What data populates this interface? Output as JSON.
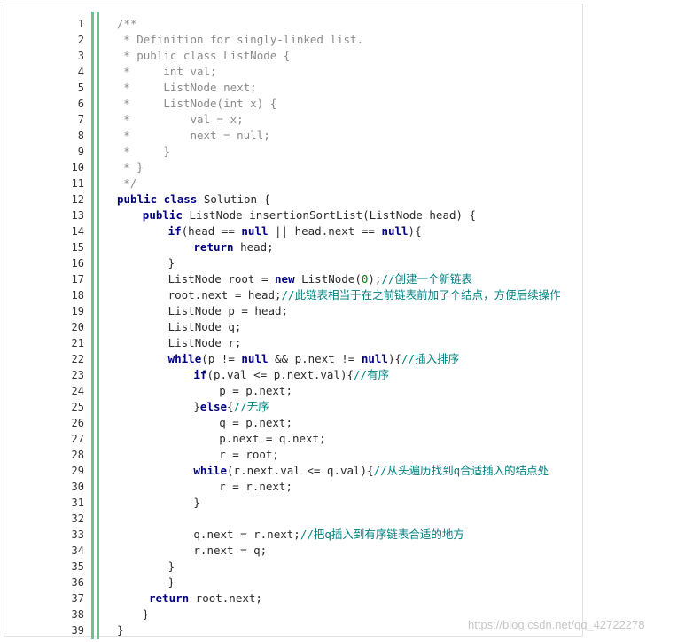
{
  "code": {
    "lines": [
      {
        "n": "1",
        "indent": 0,
        "parts": [
          [
            "comment",
            "/**"
          ]
        ]
      },
      {
        "n": "2",
        "indent": 1,
        "parts": [
          [
            "comment",
            "* Definition for singly-linked list."
          ]
        ]
      },
      {
        "n": "3",
        "indent": 1,
        "parts": [
          [
            "comment",
            "* public class ListNode {"
          ]
        ]
      },
      {
        "n": "4",
        "indent": 1,
        "parts": [
          [
            "comment",
            "*     int val;"
          ]
        ]
      },
      {
        "n": "5",
        "indent": 1,
        "parts": [
          [
            "comment",
            "*     ListNode next;"
          ]
        ]
      },
      {
        "n": "6",
        "indent": 1,
        "parts": [
          [
            "comment",
            "*     ListNode(int x) {"
          ]
        ]
      },
      {
        "n": "7",
        "indent": 1,
        "parts": [
          [
            "comment",
            "*         val = x;"
          ]
        ]
      },
      {
        "n": "8",
        "indent": 1,
        "parts": [
          [
            "comment",
            "*         next = null;"
          ]
        ]
      },
      {
        "n": "9",
        "indent": 1,
        "parts": [
          [
            "comment",
            "*     }"
          ]
        ]
      },
      {
        "n": "10",
        "indent": 1,
        "parts": [
          [
            "comment",
            "* }"
          ]
        ]
      },
      {
        "n": "11",
        "indent": 1,
        "parts": [
          [
            "comment",
            "*/"
          ]
        ]
      },
      {
        "n": "12",
        "indent": 0,
        "parts": [
          [
            "kw",
            "public class"
          ],
          [
            "txt",
            " Solution {"
          ]
        ]
      },
      {
        "n": "13",
        "indent": 4,
        "parts": [
          [
            "kw",
            "public"
          ],
          [
            "txt",
            " ListNode insertionSortList(ListNode head) {"
          ]
        ]
      },
      {
        "n": "14",
        "indent": 8,
        "parts": [
          [
            "kw",
            "if"
          ],
          [
            "txt",
            "(head == "
          ],
          [
            "lit",
            "null"
          ],
          [
            "txt",
            " || head.next == "
          ],
          [
            "lit",
            "null"
          ],
          [
            "txt",
            "){"
          ]
        ]
      },
      {
        "n": "15",
        "indent": 12,
        "parts": [
          [
            "kw",
            "return"
          ],
          [
            "txt",
            " head;"
          ]
        ]
      },
      {
        "n": "16",
        "indent": 8,
        "parts": [
          [
            "txt",
            "}"
          ]
        ]
      },
      {
        "n": "17",
        "indent": 8,
        "parts": [
          [
            "txt",
            "ListNode root = "
          ],
          [
            "kw",
            "new"
          ],
          [
            "txt",
            " ListNode("
          ],
          [
            "num",
            "0"
          ],
          [
            "txt",
            ");"
          ],
          [
            "cn",
            "//创建一个新链表"
          ]
        ]
      },
      {
        "n": "18",
        "indent": 8,
        "parts": [
          [
            "txt",
            "root.next = head;"
          ],
          [
            "cn",
            "//此链表相当于在之前链表前加了个结点，方便后续操作"
          ]
        ]
      },
      {
        "n": "19",
        "indent": 8,
        "parts": [
          [
            "txt",
            "ListNode p = head;"
          ]
        ]
      },
      {
        "n": "20",
        "indent": 8,
        "parts": [
          [
            "txt",
            "ListNode q;"
          ]
        ]
      },
      {
        "n": "21",
        "indent": 8,
        "parts": [
          [
            "txt",
            "ListNode r;"
          ]
        ]
      },
      {
        "n": "22",
        "indent": 8,
        "parts": [
          [
            "kw",
            "while"
          ],
          [
            "txt",
            "(p != "
          ],
          [
            "lit",
            "null"
          ],
          [
            "txt",
            " && p.next != "
          ],
          [
            "lit",
            "null"
          ],
          [
            "txt",
            "){"
          ],
          [
            "cn",
            "//插入排序"
          ]
        ]
      },
      {
        "n": "23",
        "indent": 12,
        "parts": [
          [
            "kw",
            "if"
          ],
          [
            "txt",
            "(p.val <= p.next.val){"
          ],
          [
            "cn",
            "//有序"
          ]
        ]
      },
      {
        "n": "24",
        "indent": 16,
        "parts": [
          [
            "txt",
            "p = p.next;"
          ]
        ]
      },
      {
        "n": "25",
        "indent": 12,
        "parts": [
          [
            "txt",
            "}"
          ],
          [
            "kw",
            "else"
          ],
          [
            "txt",
            "{"
          ],
          [
            "cn",
            "//无序"
          ]
        ]
      },
      {
        "n": "26",
        "indent": 16,
        "parts": [
          [
            "txt",
            "q = p.next;"
          ]
        ]
      },
      {
        "n": "27",
        "indent": 16,
        "parts": [
          [
            "txt",
            "p.next = q.next;"
          ]
        ]
      },
      {
        "n": "28",
        "indent": 16,
        "parts": [
          [
            "txt",
            "r = root;"
          ]
        ]
      },
      {
        "n": "29",
        "indent": 12,
        "parts": [
          [
            "kw",
            "while"
          ],
          [
            "txt",
            "(r.next.val <= q.val){"
          ],
          [
            "cn",
            "//从头遍历找到q合适插入的结点处"
          ]
        ]
      },
      {
        "n": "30",
        "indent": 16,
        "parts": [
          [
            "txt",
            "r = r.next;"
          ]
        ]
      },
      {
        "n": "31",
        "indent": 12,
        "parts": [
          [
            "txt",
            "}"
          ]
        ]
      },
      {
        "n": "32",
        "indent": 0,
        "parts": []
      },
      {
        "n": "33",
        "indent": 12,
        "parts": [
          [
            "txt",
            "q.next = r.next;"
          ],
          [
            "cn",
            "//把q插入到有序链表合适的地方"
          ]
        ]
      },
      {
        "n": "34",
        "indent": 12,
        "parts": [
          [
            "txt",
            "r.next = q;"
          ]
        ]
      },
      {
        "n": "35",
        "indent": 8,
        "parts": [
          [
            "txt",
            "}"
          ]
        ]
      },
      {
        "n": "36",
        "indent": 8,
        "parts": [
          [
            "txt",
            "}"
          ]
        ]
      },
      {
        "n": "37",
        "indent": 5,
        "parts": [
          [
            "kw",
            "return"
          ],
          [
            "txt",
            " root.next;"
          ]
        ]
      },
      {
        "n": "38",
        "indent": 4,
        "parts": [
          [
            "txt",
            "}"
          ]
        ]
      },
      {
        "n": "39",
        "indent": 0,
        "parts": [
          [
            "txt",
            "}"
          ]
        ]
      }
    ]
  },
  "watermark": "https://blog.csdn.net/qq_42722278"
}
